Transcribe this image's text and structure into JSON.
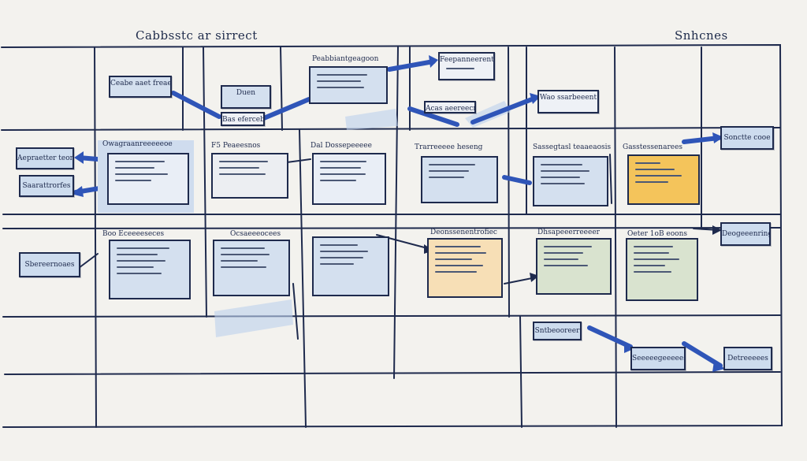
{
  "titles": {
    "left": "Cabbsstc ar sirrect",
    "right": "Snhcnes"
  },
  "colors": {
    "ink": "#1e2a4d",
    "note_blue": "#d4e0ef",
    "note_yellow": "#f4c45b",
    "note_peach": "#f7dfb6",
    "note_green": "#d9e3cf",
    "arrow_blue": "#2f55b8",
    "paper": "#f3f2ee"
  },
  "top_notes": [
    {
      "id": "n1",
      "label": "Ceabe aaet freaeen"
    },
    {
      "id": "n2",
      "label": "Duen"
    },
    {
      "id": "n3",
      "label": "Bas efercebbe"
    },
    {
      "id": "n4",
      "label": "Peabbiantgeagoon"
    },
    {
      "id": "n5",
      "label": "Feepanneerentrre"
    },
    {
      "id": "n6",
      "label": "Acas aeereecre"
    },
    {
      "id": "n7",
      "label": "Wao ssarbeeent"
    },
    {
      "id": "n8",
      "label": "Sonctte cooe"
    }
  ],
  "mid_side_notes": [
    {
      "id": "s1",
      "label": "Aepraetter teons"
    },
    {
      "id": "s2",
      "label": "Saarattrorfes"
    }
  ],
  "row2_cards": [
    {
      "id": "c1",
      "header": "Owagraanreeeeeoe"
    },
    {
      "id": "c2",
      "header": "F5  Peaeesnos"
    },
    {
      "id": "c3",
      "header": "Dal  Dossepeeeee"
    },
    {
      "id": "c4",
      "header": "Trarreeeee heseng"
    },
    {
      "id": "c5",
      "header": "Sassegtasl teaaeaosis"
    },
    {
      "id": "c6",
      "header": "Gasstessenarees"
    }
  ],
  "row3_side_notes": [
    {
      "id": "s3",
      "label": "Sbereernoaes"
    },
    {
      "id": "s4",
      "label": "Deogeeenring"
    }
  ],
  "row3_cards": [
    {
      "id": "d1",
      "header": "Boo  Eceeeeseces"
    },
    {
      "id": "d2",
      "header": "Ocsaeeeocees"
    },
    {
      "id": "d3",
      "header": ""
    },
    {
      "id": "d4",
      "header": "Deonssenentrofiec"
    },
    {
      "id": "d5",
      "header": "Dhsapeeerreeeer"
    },
    {
      "id": "d6",
      "header": "Oeter 1oB eoons"
    }
  ],
  "bottom_notes": [
    {
      "id": "b1",
      "label": "Sntbeooreer"
    },
    {
      "id": "b2",
      "label": "Seeeeegeeeees"
    },
    {
      "id": "b3",
      "label": "Detreeeees"
    }
  ]
}
